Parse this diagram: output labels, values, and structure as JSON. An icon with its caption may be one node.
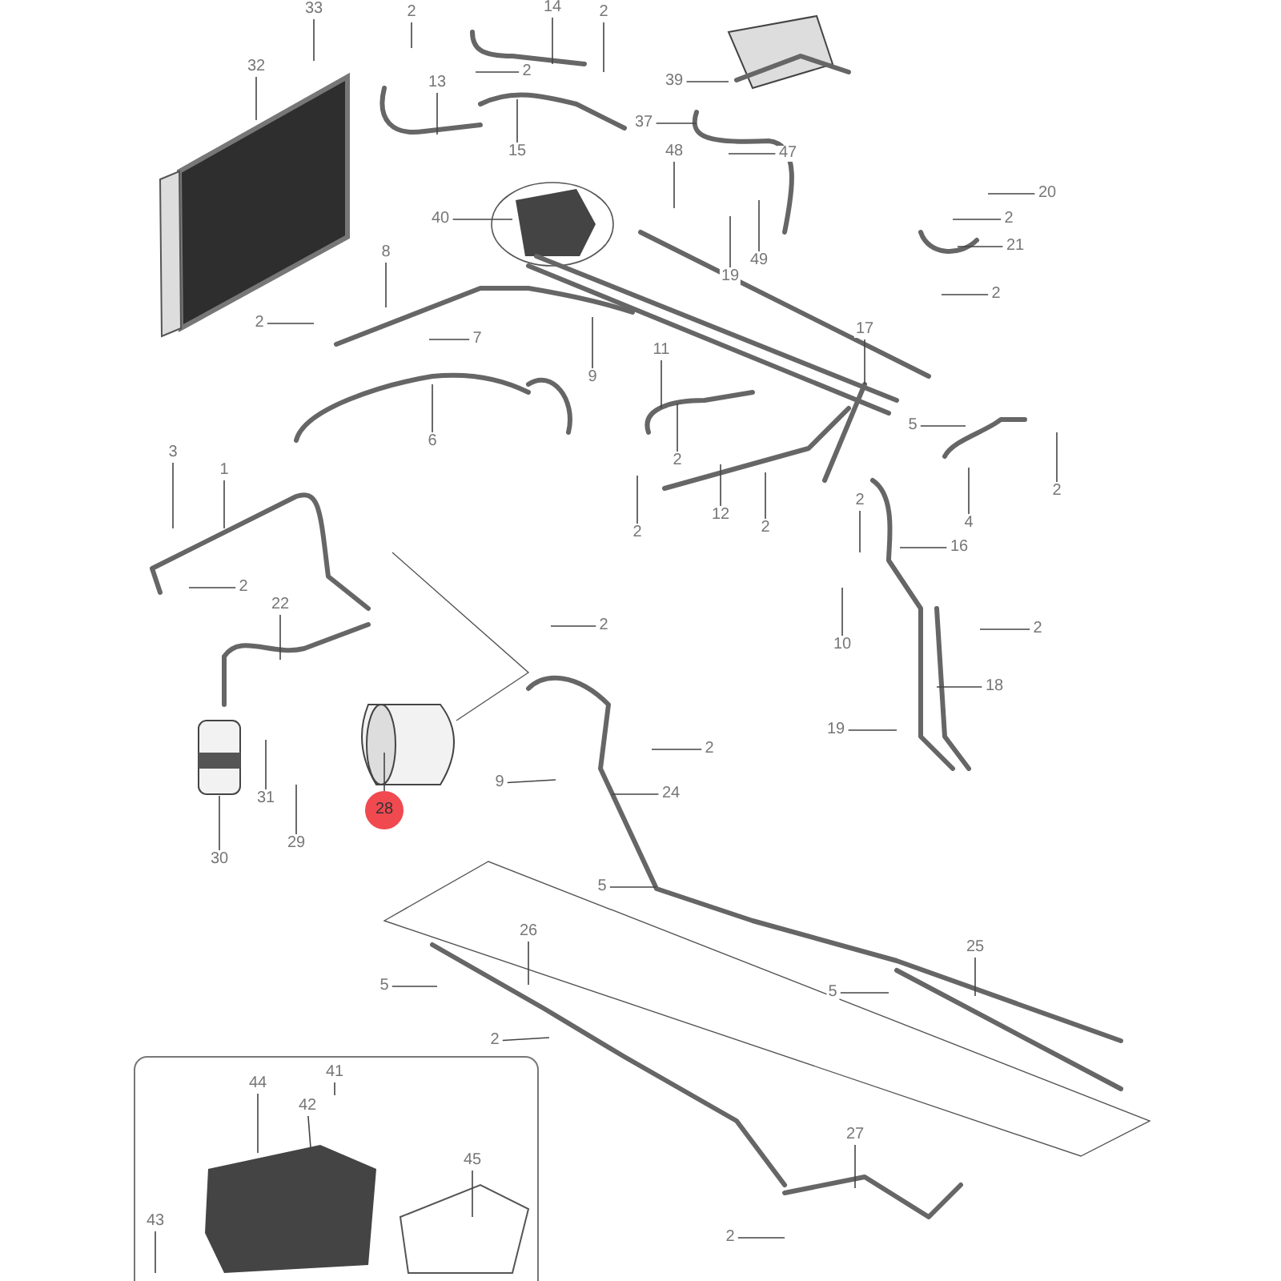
{
  "diagram": {
    "nodes": [
      {
        "text": [
          "33"
        ]
      },
      {
        "text": [
          "2"
        ]
      },
      {
        "text": [
          "14"
        ]
      },
      {
        "text": [
          "2"
        ]
      },
      {
        "text": [
          "32"
        ]
      },
      {
        "text": [
          "13"
        ]
      },
      {
        "text": [
          "2"
        ]
      },
      {
        "text": [
          "39"
        ]
      },
      {
        "text": [
          "37"
        ]
      },
      {
        "text": [
          "15"
        ]
      },
      {
        "text": [
          "48"
        ]
      },
      {
        "text": [
          "47"
        ]
      },
      {
        "text": [
          "20"
        ]
      },
      {
        "text": [
          "40"
        ]
      },
      {
        "text": [
          "2"
        ]
      },
      {
        "text": [
          "21"
        ]
      },
      {
        "text": [
          "8"
        ]
      },
      {
        "text": [
          "49"
        ]
      },
      {
        "text": [
          "19"
        ]
      },
      {
        "text": [
          "2"
        ]
      },
      {
        "text": [
          "2"
        ]
      },
      {
        "text": [
          "17"
        ]
      },
      {
        "text": [
          "7"
        ]
      },
      {
        "text": [
          "11"
        ]
      },
      {
        "text": [
          "9"
        ]
      },
      {
        "text": [
          "5"
        ]
      },
      {
        "text": [
          "6"
        ]
      },
      {
        "text": [
          "3"
        ]
      },
      {
        "text": [
          "2"
        ]
      },
      {
        "text": [
          "1"
        ]
      },
      {
        "text": [
          "2"
        ]
      },
      {
        "text": [
          "2"
        ]
      },
      {
        "text": [
          "12"
        ]
      },
      {
        "text": [
          "4"
        ]
      },
      {
        "text": [
          "2"
        ]
      },
      {
        "text": [
          "2"
        ]
      },
      {
        "text": [
          "16"
        ]
      },
      {
        "text": [
          "2"
        ]
      },
      {
        "text": [
          "22"
        ]
      },
      {
        "text": [
          "2"
        ]
      },
      {
        "text": [
          "2"
        ]
      },
      {
        "text": [
          "10"
        ]
      },
      {
        "text": [
          "18"
        ]
      },
      {
        "text": [
          "19"
        ]
      },
      {
        "text": [
          "2"
        ]
      },
      {
        "text": [
          "9"
        ]
      },
      {
        "text": [
          "24"
        ]
      },
      {
        "text": [
          "31"
        ]
      },
      {
        "text": [
          "28"
        ]
      },
      {
        "text": [
          "29"
        ]
      },
      {
        "text": [
          "30"
        ]
      },
      {
        "text": [
          "5"
        ]
      },
      {
        "text": [
          "26"
        ]
      },
      {
        "text": [
          "25"
        ]
      },
      {
        "text": [
          "5"
        ]
      },
      {
        "text": [
          "5"
        ]
      },
      {
        "text": [
          "2"
        ]
      },
      {
        "text": [
          "41"
        ]
      },
      {
        "text": [
          "44"
        ]
      },
      {
        "text": [
          "42"
        ]
      },
      {
        "text": [
          "27"
        ]
      },
      {
        "text": [
          "45"
        ]
      },
      {
        "text": [
          "43"
        ]
      },
      {
        "text": [
          "2"
        ]
      }
    ],
    "edges": [
      {
        "from": 0,
        "to": null,
        "arrow": "none"
      },
      {
        "from": 1,
        "to": null,
        "arrow": "none"
      },
      {
        "from": 2,
        "to": null,
        "arrow": "none"
      },
      {
        "from": 3,
        "to": null,
        "arrow": "none"
      },
      {
        "from": 4,
        "to": null,
        "arrow": "none"
      },
      {
        "from": 5,
        "to": null,
        "arrow": "none"
      },
      {
        "from": 6,
        "to": null,
        "arrow": "none"
      },
      {
        "from": 7,
        "to": null,
        "arrow": "none"
      },
      {
        "from": 8,
        "to": null,
        "arrow": "none"
      },
      {
        "from": 9,
        "to": null,
        "arrow": "none"
      },
      {
        "from": 10,
        "to": null,
        "arrow": "none"
      },
      {
        "from": 11,
        "to": null,
        "arrow": "none"
      },
      {
        "from": 12,
        "to": null,
        "arrow": "none"
      },
      {
        "from": 13,
        "to": null,
        "arrow": "none"
      },
      {
        "from": 14,
        "to": null,
        "arrow": "none"
      },
      {
        "from": 15,
        "to": null,
        "arrow": "none"
      },
      {
        "from": 16,
        "to": null,
        "arrow": "none"
      },
      {
        "from": 17,
        "to": null,
        "arrow": "none"
      },
      {
        "from": 18,
        "to": null,
        "arrow": "none"
      },
      {
        "from": 19,
        "to": null,
        "arrow": "none"
      },
      {
        "from": 20,
        "to": null,
        "arrow": "none"
      },
      {
        "from": 21,
        "to": null,
        "arrow": "none"
      },
      {
        "from": 22,
        "to": null,
        "arrow": "none"
      },
      {
        "from": 23,
        "to": null,
        "arrow": "none"
      },
      {
        "from": 24,
        "to": null,
        "arrow": "none"
      },
      {
        "from": 25,
        "to": null,
        "arrow": "none"
      },
      {
        "from": 26,
        "to": null,
        "arrow": "none"
      },
      {
        "from": 27,
        "to": null,
        "arrow": "none"
      },
      {
        "from": 28,
        "to": null,
        "arrow": "none"
      },
      {
        "from": 29,
        "to": null,
        "arrow": "none"
      },
      {
        "from": 30,
        "to": null,
        "arrow": "none"
      },
      {
        "from": 31,
        "to": null,
        "arrow": "none"
      },
      {
        "from": 32,
        "to": null,
        "arrow": "none"
      },
      {
        "from": 33,
        "to": null,
        "arrow": "none"
      },
      {
        "from": 34,
        "to": null,
        "arrow": "none"
      },
      {
        "from": 35,
        "to": null,
        "arrow": "none"
      },
      {
        "from": 36,
        "to": null,
        "arrow": "none"
      },
      {
        "from": 37,
        "to": null,
        "arrow": "none"
      },
      {
        "from": 38,
        "to": null,
        "arrow": "none"
      },
      {
        "from": 39,
        "to": null,
        "arrow": "none"
      },
      {
        "from": 40,
        "to": null,
        "arrow": "none"
      },
      {
        "from": 41,
        "to": null,
        "arrow": "none"
      },
      {
        "from": 42,
        "to": null,
        "arrow": "none"
      },
      {
        "from": 43,
        "to": null,
        "arrow": "none"
      },
      {
        "from": 44,
        "to": null,
        "arrow": "none"
      },
      {
        "from": 45,
        "to": null,
        "arrow": "none"
      },
      {
        "from": 46,
        "to": null,
        "arrow": "none"
      },
      {
        "from": 47,
        "to": null,
        "arrow": "none"
      },
      {
        "from": 48,
        "to": null,
        "arrow": "none"
      },
      {
        "from": 49,
        "to": null,
        "arrow": "none"
      },
      {
        "from": 50,
        "to": null,
        "arrow": "none"
      },
      {
        "from": 51,
        "to": null,
        "arrow": "none"
      },
      {
        "from": 52,
        "to": null,
        "arrow": "none"
      },
      {
        "from": 53,
        "to": null,
        "arrow": "none"
      },
      {
        "from": 54,
        "to": null,
        "arrow": "none"
      },
      {
        "from": 55,
        "to": null,
        "arrow": "none"
      },
      {
        "from": 56,
        "to": null,
        "arrow": "none"
      },
      {
        "from": 57,
        "to": null,
        "arrow": "none"
      },
      {
        "from": 58,
        "to": null,
        "arrow": "none"
      },
      {
        "from": 59,
        "to": null,
        "arrow": "none"
      },
      {
        "from": 60,
        "to": null,
        "arrow": "none"
      },
      {
        "from": 61,
        "to": null,
        "arrow": "none"
      },
      {
        "from": 62,
        "to": null,
        "arrow": "none"
      },
      {
        "from": 63,
        "to": null,
        "arrow": "none"
      }
    ]
  }
}
